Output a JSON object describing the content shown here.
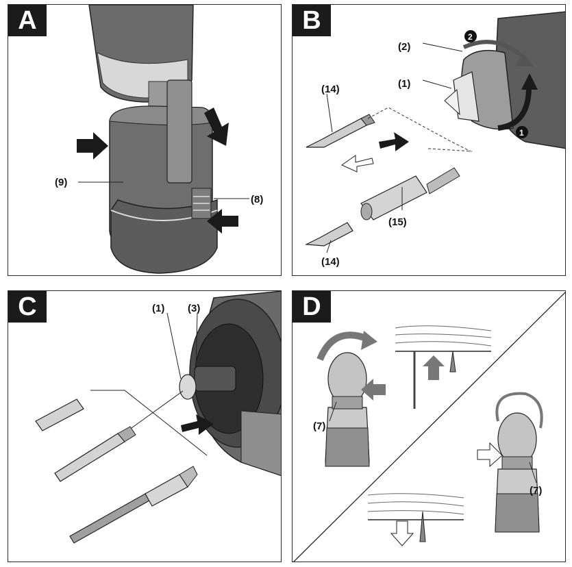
{
  "panels": [
    {
      "letter": "A",
      "labels": [
        "(9)",
        "(8)"
      ]
    },
    {
      "letter": "B",
      "labels": [
        "(2)",
        "(1)",
        "(14)",
        "(15)",
        "(14)"
      ],
      "steps": [
        "2",
        "1"
      ]
    },
    {
      "letter": "C",
      "labels": [
        "(1)",
        "(3)"
      ]
    },
    {
      "letter": "D",
      "labels": [
        "(7)",
        "(7)"
      ]
    }
  ],
  "colors": {
    "tool_dark": "#5a5a5a",
    "tool_light": "#c9c9c9",
    "arrow": "#1a1a1a",
    "line": "#2b2b2b"
  }
}
